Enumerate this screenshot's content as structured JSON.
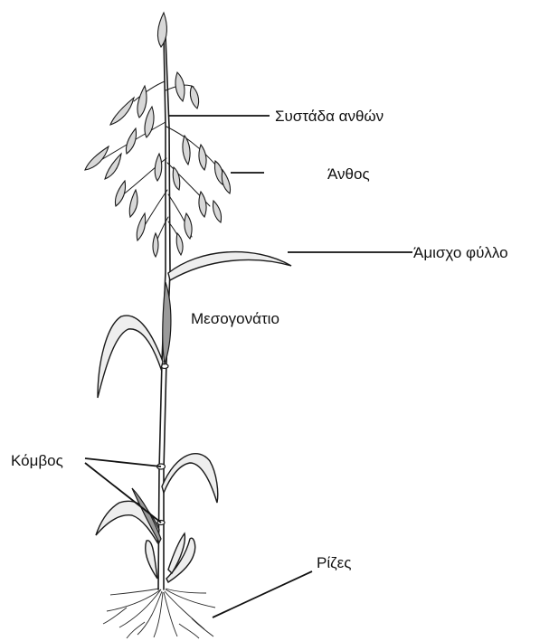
{
  "diagram": {
    "labels": {
      "panicle": "Συστάδα ανθών",
      "flower": "Άνθος",
      "flag_leaf": "Άμισχο φύλλο",
      "internode": "Μεσογονάτιο",
      "node": "Κόμβος",
      "roots": "Ρίζες"
    }
  }
}
